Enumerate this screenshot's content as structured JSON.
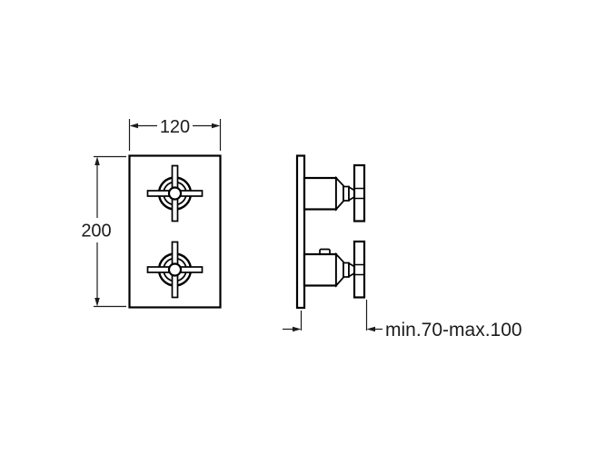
{
  "drawing": {
    "kind": "thermostatic-mixer-two-cross-handles-technical-drawing",
    "colors": {
      "line": "#000000",
      "dimension": "#1c1c1c",
      "background": "#ffffff"
    },
    "dimension_labels": {
      "width": "120",
      "height": "200",
      "depth": "min.70-max.100"
    }
  }
}
